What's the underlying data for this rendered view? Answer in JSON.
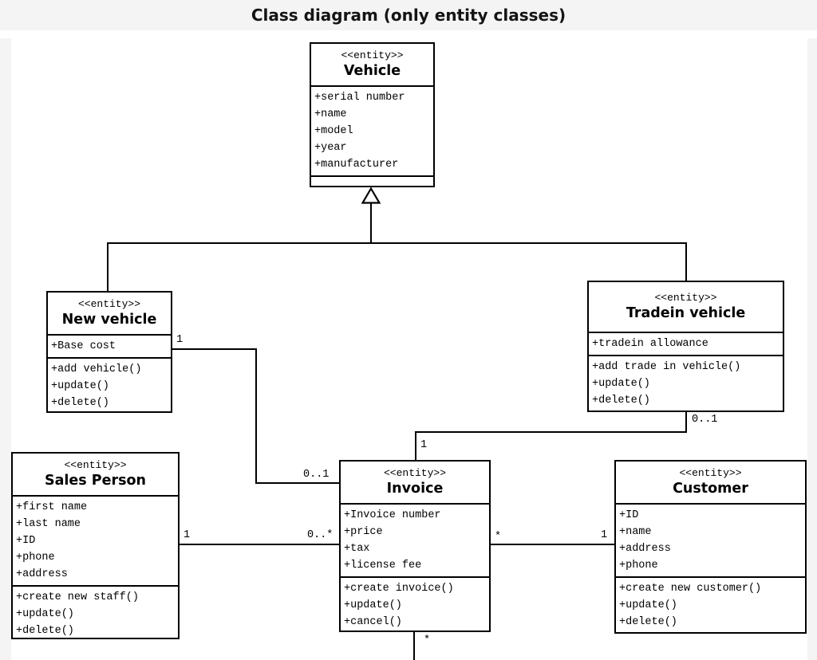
{
  "title": "Class diagram (only entity classes)",
  "colors": {
    "page_frame": "#f4f4f4",
    "canvas_background": "#ffffff",
    "line": "#000000",
    "text": "#000000"
  },
  "classes": [
    {
      "stereotype": "<<entity>>",
      "name": "Vehicle",
      "attributes": [
        "+serial number",
        "+name",
        "+model",
        "+year",
        "+manufacturer"
      ],
      "operations": []
    },
    {
      "stereotype": "<<entity>>",
      "name": "New vehicle",
      "attributes": [
        "+Base cost"
      ],
      "operations": [
        "+add vehicle()",
        "+update()",
        "+delete()"
      ]
    },
    {
      "stereotype": "<<entity>>",
      "name": "Tradein vehicle",
      "attributes": [
        "+tradein allowance"
      ],
      "operations": [
        "+add trade in vehicle()",
        "+update()",
        "+delete()"
      ]
    },
    {
      "stereotype": "<<entity>>",
      "name": "Sales Person",
      "attributes": [
        "+first name",
        "+last name",
        "+ID",
        "+phone",
        "+address"
      ],
      "operations": [
        "+create new staff()",
        "+update()",
        "+delete()"
      ]
    },
    {
      "stereotype": "<<entity>>",
      "name": "Invoice",
      "attributes": [
        "+Invoice number",
        "+price",
        "+tax",
        "+license fee"
      ],
      "operations": [
        "+create invoice()",
        "+update()",
        "+cancel()"
      ]
    },
    {
      "stereotype": "<<entity>>",
      "name": "Customer",
      "attributes": [
        "+ID",
        "+name",
        "+address",
        "+phone"
      ],
      "operations": [
        "+create new customer()",
        "+update()",
        "+delete()"
      ]
    }
  ],
  "edges": {
    "new_vehicle_invoice": {
      "source_label": "1",
      "target_label": "0..1"
    },
    "salesperson_invoice": {
      "source_label": "1",
      "target_label": "0..*"
    },
    "invoice_customer": {
      "source_label": "*",
      "target_label": "1"
    },
    "tradein_invoice": {
      "source_label": "0..1",
      "target_label": "1"
    },
    "invoice_down": {
      "label": "*"
    }
  }
}
